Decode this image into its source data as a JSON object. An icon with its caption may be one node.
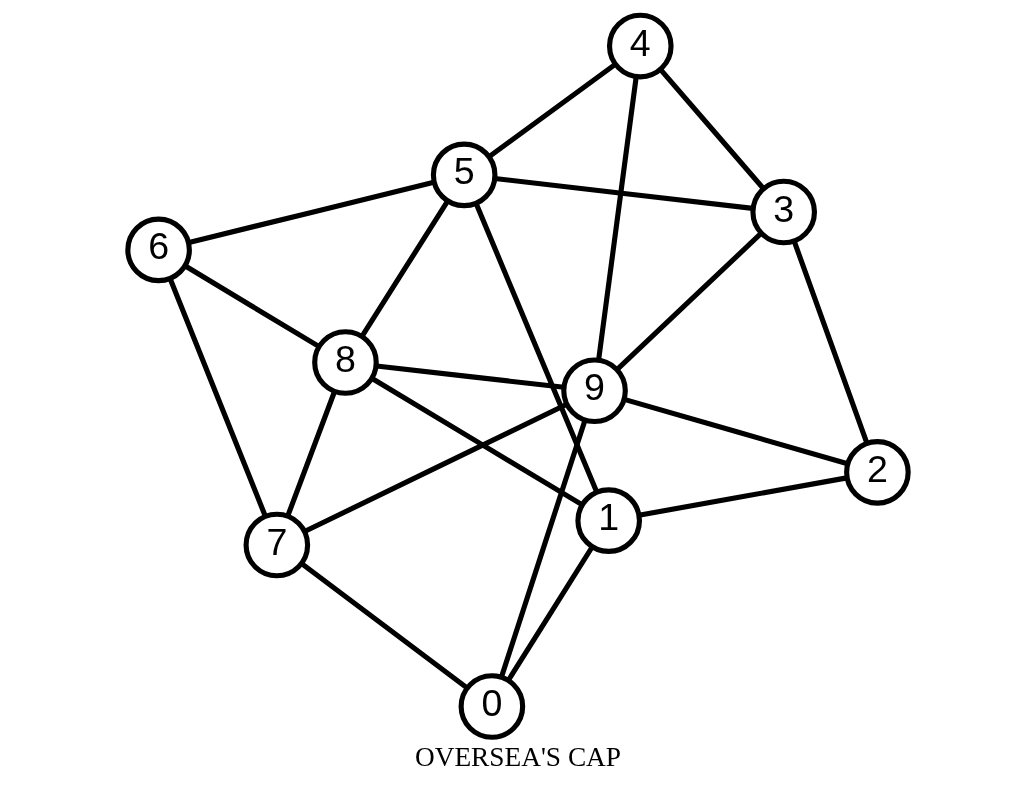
{
  "diagram": {
    "caption": "OVERSEA'S CAP",
    "nodes": [
      {
        "text": [
          "6"
        ]
      },
      {
        "text": [
          "4"
        ]
      },
      {
        "text": [
          "7"
        ]
      },
      {
        "text": [
          "8"
        ]
      },
      {
        "text": [
          "5"
        ]
      },
      {
        "text": [
          "9"
        ]
      },
      {
        "text": [
          "3"
        ]
      },
      {
        "text": [
          "0"
        ]
      },
      {
        "text": [
          "1"
        ]
      },
      {
        "text": [
          "2"
        ]
      }
    ],
    "edges": [
      {
        "from": 0,
        "to": 2,
        "arrow": "none"
      },
      {
        "from": 0,
        "to": 3,
        "arrow": "none"
      },
      {
        "from": 0,
        "to": 4,
        "arrow": "none"
      },
      {
        "from": 2,
        "to": 3,
        "arrow": "none"
      },
      {
        "from": 2,
        "to": 5,
        "arrow": "none"
      },
      {
        "from": 2,
        "to": 7,
        "arrow": "none"
      },
      {
        "from": 3,
        "to": 4,
        "arrow": "none"
      },
      {
        "from": 3,
        "to": 5,
        "arrow": "none"
      },
      {
        "from": 3,
        "to": 8,
        "arrow": "none"
      },
      {
        "from": 1,
        "to": 5,
        "arrow": "none"
      },
      {
        "from": 1,
        "to": 4,
        "arrow": "none"
      },
      {
        "from": 1,
        "to": 6,
        "arrow": "none"
      },
      {
        "from": 4,
        "to": 6,
        "arrow": "none"
      },
      {
        "from": 4,
        "to": 8,
        "arrow": "none"
      },
      {
        "from": 5,
        "to": 7,
        "arrow": "none"
      },
      {
        "from": 5,
        "to": 6,
        "arrow": "none"
      },
      {
        "from": 5,
        "to": 9,
        "arrow": "none"
      },
      {
        "from": 6,
        "to": 9,
        "arrow": "none"
      },
      {
        "from": 7,
        "to": 8,
        "arrow": "none"
      },
      {
        "from": 8,
        "to": 9,
        "arrow": "none"
      }
    ]
  }
}
